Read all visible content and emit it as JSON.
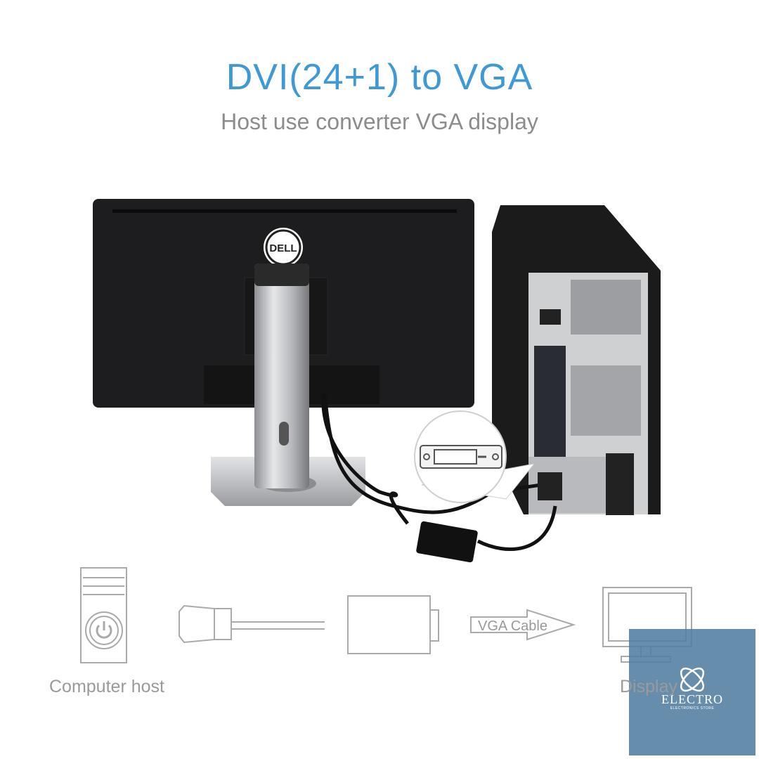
{
  "header": {
    "title": "DVI(24+1) to VGA",
    "subtitle": "Host use converter VGA display"
  },
  "photo": {
    "monitor_brand": "DELL"
  },
  "diagram": {
    "host_label": "Computer host",
    "cable_label": "VGA Cable",
    "display_label": "Display"
  },
  "watermark": {
    "name": "ELECTRO",
    "tagline": "ELECTRONICS STORE"
  },
  "colors": {
    "title": "#3d9ad6",
    "subtitle": "#8c8c8c",
    "watermark_bg": "#527da0"
  }
}
